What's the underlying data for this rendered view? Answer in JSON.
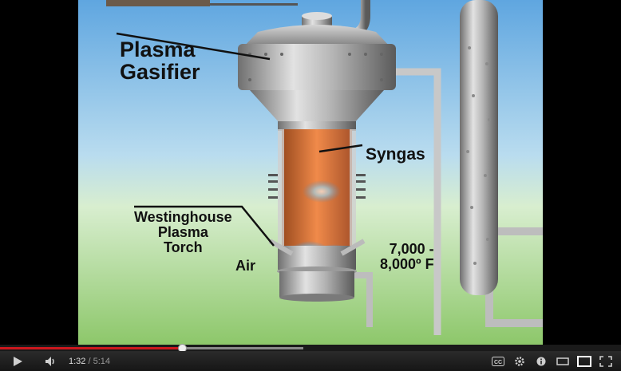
{
  "video": {
    "labels": {
      "plasma_gasifier_line1": "Plasma",
      "plasma_gasifier_line2": "Gasifier",
      "syngas": "Syngas",
      "torch_line1": "Westinghouse",
      "torch_line2": "Plasma",
      "torch_line3": "Torch",
      "air": "Air",
      "temp_line1": "7,000 -",
      "temp_line2": "8,000º F"
    }
  },
  "player": {
    "current_time": "1:32",
    "separator": " / ",
    "duration": "5:14",
    "progress_fraction": 0.293,
    "accent_color": "#cc181e",
    "controls": {
      "play": "play-icon",
      "volume": "volume-icon",
      "captions": "cc-icon",
      "settings": "gear-icon",
      "annotations": "info-icon",
      "small_player": "small-player-icon",
      "large_player": "large-player-icon",
      "fullscreen": "fullscreen-icon"
    }
  }
}
